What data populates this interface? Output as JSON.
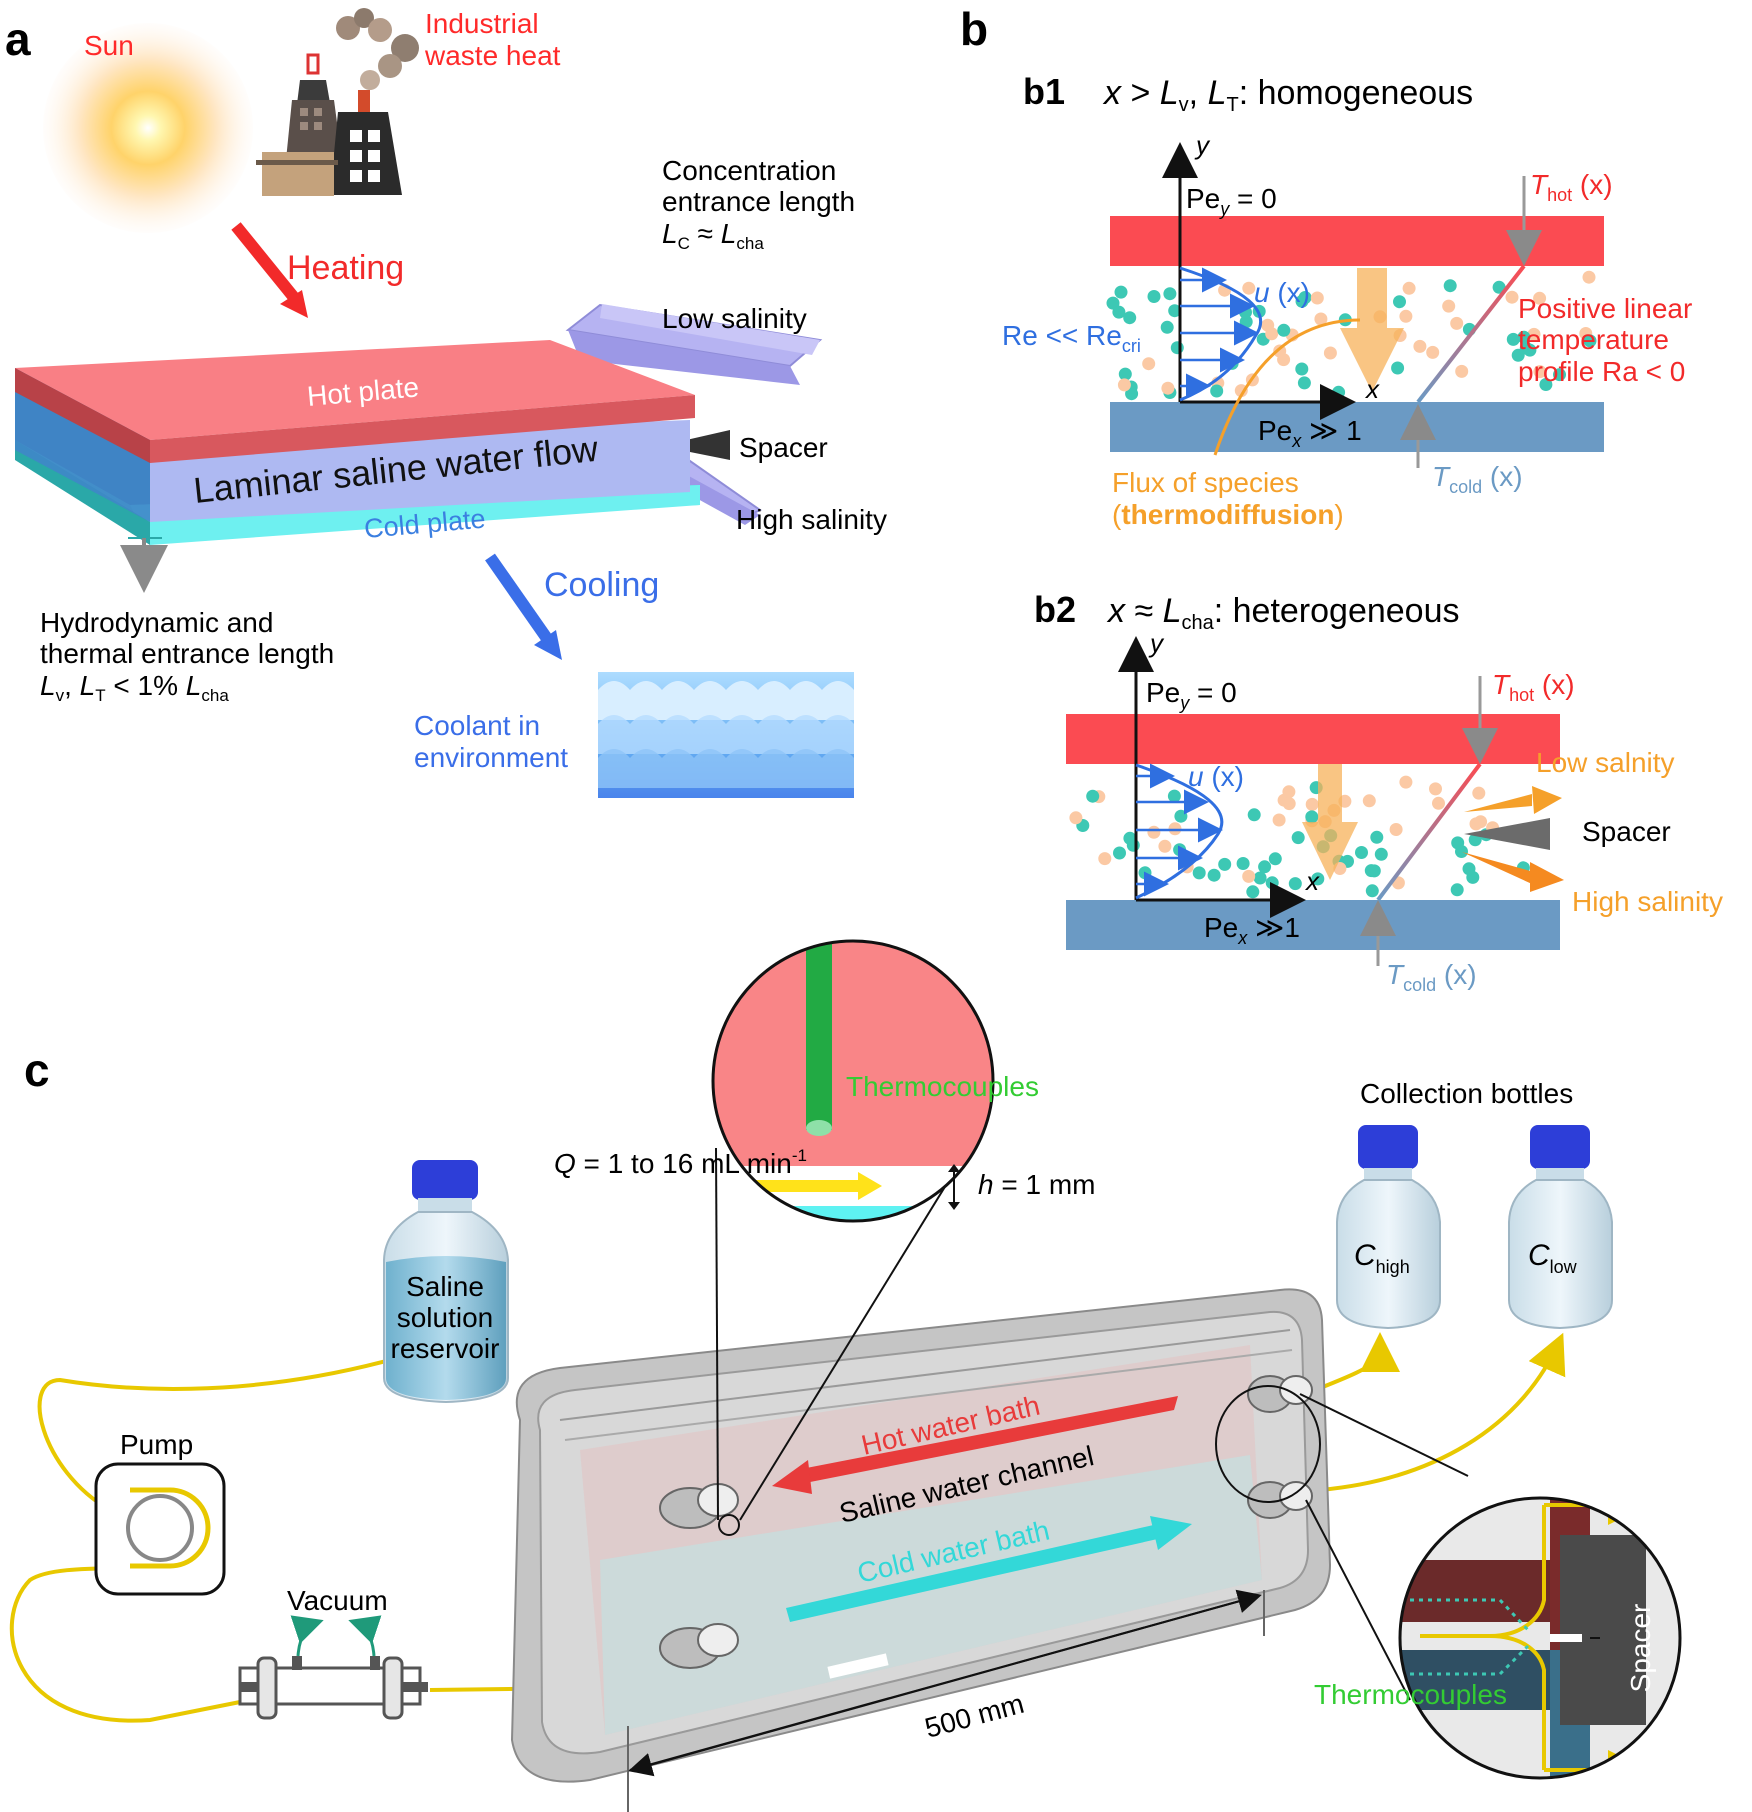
{
  "panel_a": {
    "label": "a",
    "sun": "Sun",
    "factory_line1": "Industrial",
    "factory_line2": "waste heat",
    "heating": "Heating",
    "cooling": "Cooling",
    "hot_plate": "Hot plate",
    "cold_plate": "Cold plate",
    "flow": "Laminar saline water flow",
    "low_salinity": "Low salinity",
    "spacer": "Spacer",
    "high_salinity": "High salinity",
    "conc_line1": "Concentration",
    "conc_line2": "entrance length",
    "conc_L": "L",
    "conc_C": "C",
    "conc_mid": " ≈ ",
    "conc_L2": "L",
    "conc_cha": "cha",
    "hydro_line1": "Hydrodynamic and",
    "hydro_line2": "thermal entrance length",
    "hydro_L": "L",
    "hydro_v": "v",
    "hydro_comma": ", ",
    "hydro_L2": "L",
    "hydro_T": "T",
    "hydro_mid": " < 1% ",
    "hydro_L3": "L",
    "hydro_cha": "cha",
    "coolant_line1": "Coolant in",
    "coolant_line2": "environment"
  },
  "panel_b": {
    "label": "b",
    "b1_label": "b1",
    "b1_title_x": "x",
    "b1_title_gt": " > ",
    "b1_title_L": "L",
    "b1_title_v": "v",
    "b1_title_comma": ", ",
    "b1_title_L2": "L",
    "b1_title_T": "T",
    "b1_title_rest": ": homogeneous",
    "b2_label": "b2",
    "b2_title_x": "x",
    "b2_title_approx": " ≈ ",
    "b2_title_L": "L",
    "b2_title_cha": "cha",
    "b2_title_rest": ": heterogeneous",
    "axis_y": "y",
    "axis_x": "x",
    "pe_y_pe": "Pe",
    "pe_y_sub": "y",
    "pe_y_val": " = 0",
    "pe_x_pe": "Pe",
    "pe_x_sub": "x",
    "pe_x_val_b1": " ≫ 1",
    "pe_x_val_b2": " ≫1",
    "u_label": "u",
    "u_arg": " (x)",
    "re_label": "Re << Re",
    "re_sub": "cri",
    "t_hot": "T",
    "t_hot_sub": "hot",
    "t_hot_arg": " (x)",
    "t_cold": "T",
    "t_cold_sub": "cold",
    "t_cold_arg": " (x)",
    "positive_line1": "Positive linear",
    "positive_line2": "temperature",
    "positive_line3": "profile Ra < 0",
    "flux_line1": "Flux of species",
    "flux_line2_open": "(",
    "flux_line2_bold": "thermodiffusion",
    "flux_line2_close": ")",
    "low_salnity": "Low salnity",
    "spacer": "Spacer",
    "high_salinity": "High salinity"
  },
  "panel_c": {
    "label": "c",
    "thermocouples_top": "Thermocouples",
    "q_label": "Q",
    "q_text": " = 1 to 16 mL min",
    "q_sup": "-1",
    "h_label": "h",
    "h_text": " = 1 mm",
    "collection": "Collection bottles",
    "c_high": "C",
    "c_high_sub": "high",
    "c_low": "C",
    "c_low_sub": "low",
    "reservoir_line1": "Saline",
    "reservoir_line2": "solution",
    "reservoir_line3": "reservoir",
    "pump": "Pump",
    "vacuum": "Vacuum",
    "hot_bath": "Hot water bath",
    "channel": "Saline water channel",
    "cold_bath": "Cold water bath",
    "length": "500 mm",
    "thermocouples_bottom": "Thermocouples",
    "spacer": "Spacer"
  },
  "colors": {
    "hot": "#fb4b52",
    "cold_plate": "#6b9ac4",
    "blue_text": "#2f6fe0",
    "orange": "#f5a02a",
    "teal": "#3dc8b4",
    "peach": "#fbc9a4",
    "green": "#32c832",
    "yellow": "#ffe21a"
  }
}
